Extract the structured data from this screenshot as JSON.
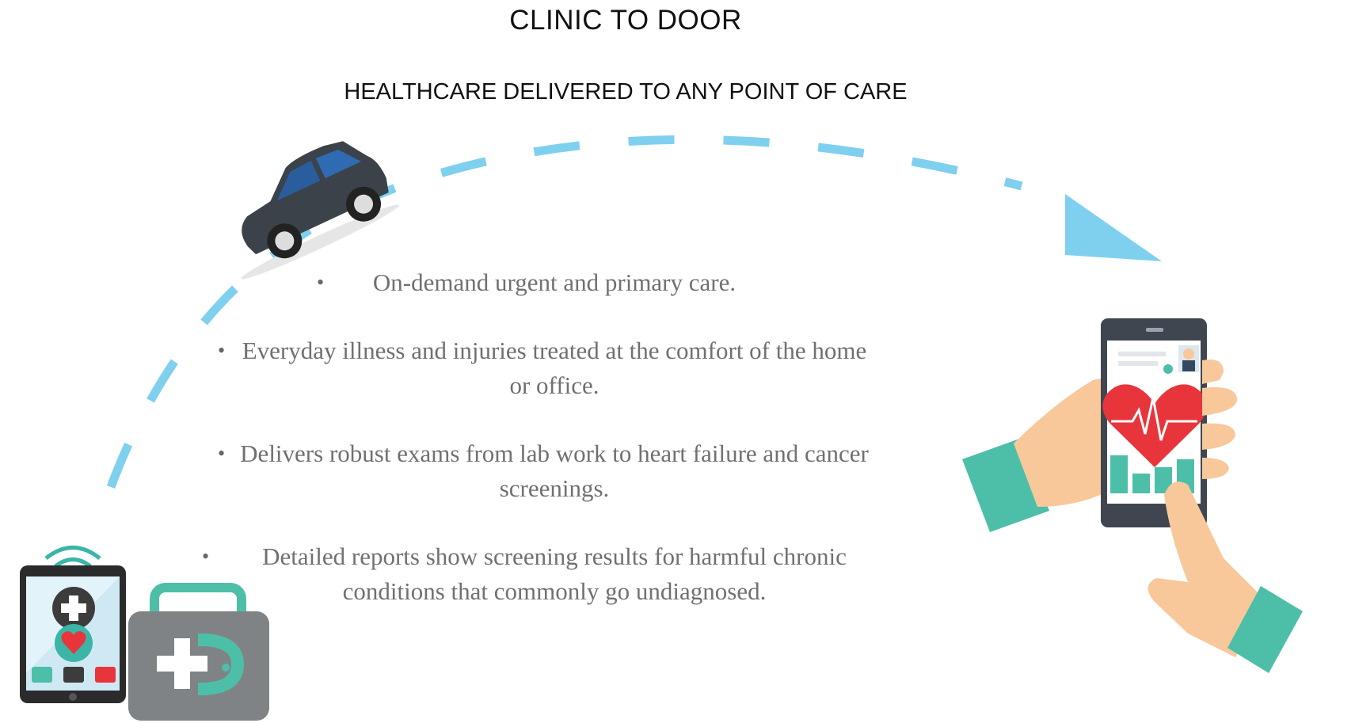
{
  "header": {
    "title": "CLINIC TO DOOR",
    "subtitle": "HEALTHCARE DELIVERED TO ANY POINT OF CARE"
  },
  "bullets": [
    {
      "text": "On-demand urgent and primary care."
    },
    {
      "text": "Everyday illness and injuries treated at the comfort of the home or office."
    },
    {
      "text": "Delivers robust exams from lab work to heart failure and cancer screenings."
    },
    {
      "text": "Detailed reports show screening results for harmful chronic conditions that commonly go undiagnosed."
    }
  ],
  "icons": {
    "car": "car-icon",
    "tablet": "medical-tablet-icon",
    "kit": "medical-kit-icon",
    "phone": "phone-heart-icon"
  },
  "colors": {
    "dash": "#7fd0ef",
    "teal": "#4dbfa8",
    "skin": "#f8c89b",
    "heart": "#e8353b",
    "car": "#3c4249"
  }
}
